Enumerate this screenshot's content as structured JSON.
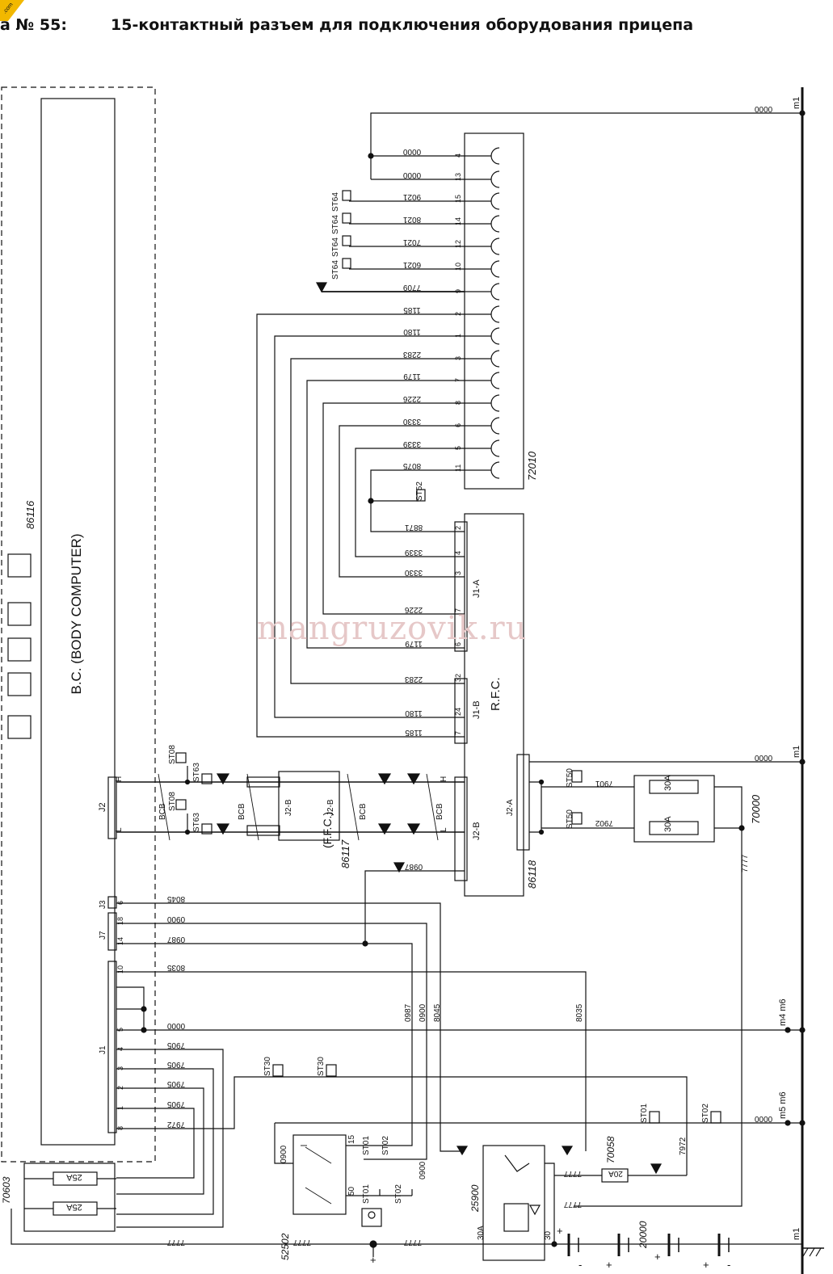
{
  "header": {
    "number": "а № 55:",
    "title": "15-контактный разъем для подключения оборудования прицепа"
  },
  "watermark": "mangruzovik.ru",
  "components": {
    "body_computer": {
      "code": "86116",
      "label": "B.C. (BODY COMPUTER)"
    },
    "trailer_socket": {
      "code": "72010"
    },
    "rfc": {
      "code": "86118",
      "label": "R.F.C."
    },
    "ffc": {
      "code": "86117",
      "label": "(F.F.C.)"
    },
    "fuse_box_bc": {
      "code": "70603",
      "fuse_rating": "25A"
    },
    "fuse_box_rfc": {
      "code": "70000",
      "fuse_rating": "30A"
    },
    "fuse_single": {
      "code": "70058",
      "fuse_rating": "20A"
    },
    "ignition_switch": {
      "code": "52502"
    },
    "relay": {
      "code": "25900"
    },
    "battery": {
      "code": "20000"
    }
  },
  "trailer_pins": [
    {
      "pin": "4",
      "wire": "0000"
    },
    {
      "pin": "13",
      "wire": "0000"
    },
    {
      "pin": "15",
      "wire": "9021"
    },
    {
      "pin": "14",
      "wire": "8021"
    },
    {
      "pin": "12",
      "wire": "7021"
    },
    {
      "pin": "10",
      "wire": "6021"
    },
    {
      "pin": "9",
      "wire": "7709"
    },
    {
      "pin": "2",
      "wire": "1185"
    },
    {
      "pin": "1",
      "wire": "1180"
    },
    {
      "pin": "3",
      "wire": "2283"
    },
    {
      "pin": "7",
      "wire": "1179"
    },
    {
      "pin": "8",
      "wire": "2226"
    },
    {
      "pin": "6",
      "wire": "3330"
    },
    {
      "pin": "5",
      "wire": "3339"
    },
    {
      "pin": "11",
      "wire": "8075"
    }
  ],
  "rfc_j1a_pins": [
    {
      "pin": "2",
      "wire": "8871"
    },
    {
      "pin": "4",
      "wire": "3339"
    },
    {
      "pin": "3",
      "wire": "3330"
    },
    {
      "pin": "7",
      "wire": "2226"
    },
    {
      "pin": "6",
      "wire": "1179"
    }
  ],
  "rfc_j1b_pins": [
    {
      "pin": "32",
      "wire": "2283"
    },
    {
      "pin": "24",
      "wire": "1180"
    },
    {
      "pin": "7",
      "wire": "1185"
    }
  ],
  "bc_wires": [
    {
      "conn": "J3",
      "pin": "6",
      "wire": "8045"
    },
    {
      "conn": "J7",
      "pin": "18",
      "wire": "0900"
    },
    {
      "conn": "J7",
      "pin": "14",
      "wire": "0987"
    },
    {
      "conn": "J1",
      "pin": "10",
      "wire": "8035"
    },
    {
      "conn": "J1",
      "pin": "5",
      "wire": "0000"
    },
    {
      "conn": "J1",
      "pin": "4",
      "wire": "7905"
    },
    {
      "conn": "J1",
      "pin": "3",
      "wire": "7905"
    },
    {
      "conn": "J1",
      "pin": "2",
      "wire": "7905"
    },
    {
      "conn": "J1",
      "pin": "1",
      "wire": "7905"
    },
    {
      "conn": "J1",
      "pin": "8",
      "wire": "7972"
    }
  ],
  "ground_labels": [
    "m1",
    "m1",
    "m4 m6",
    "m5 m6",
    "m1"
  ],
  "text": {
    "j2": "J2",
    "j3": "J3",
    "j7": "J7",
    "j1": "J1",
    "j1a": "J1-A",
    "j1b": "J1-B",
    "j2a": "J2-A",
    "j2b": "J2-B",
    "bcb": "BCB",
    "st64": "ST64",
    "st52": "ST52",
    "st50": "ST50",
    "st08": "ST08",
    "st63": "ST63",
    "st30": "ST30",
    "st01": "ST01",
    "st02": "ST02",
    "w7901": "7901",
    "w7902": "7902",
    "w7777": "7777",
    "w8035v": "8035",
    "w0987v": "0987",
    "w0900v": "0900",
    "w8045v": "8045",
    "w7972": "7972",
    "p30": "30",
    "p30a": "30A",
    "p15": "15",
    "p50": "50",
    "H": "H",
    "L": "L",
    "plus": "+",
    "minus": "-"
  },
  "colors": {
    "line": "#111111",
    "watermark": "#e6c8c8",
    "logo": "#f2b800"
  }
}
